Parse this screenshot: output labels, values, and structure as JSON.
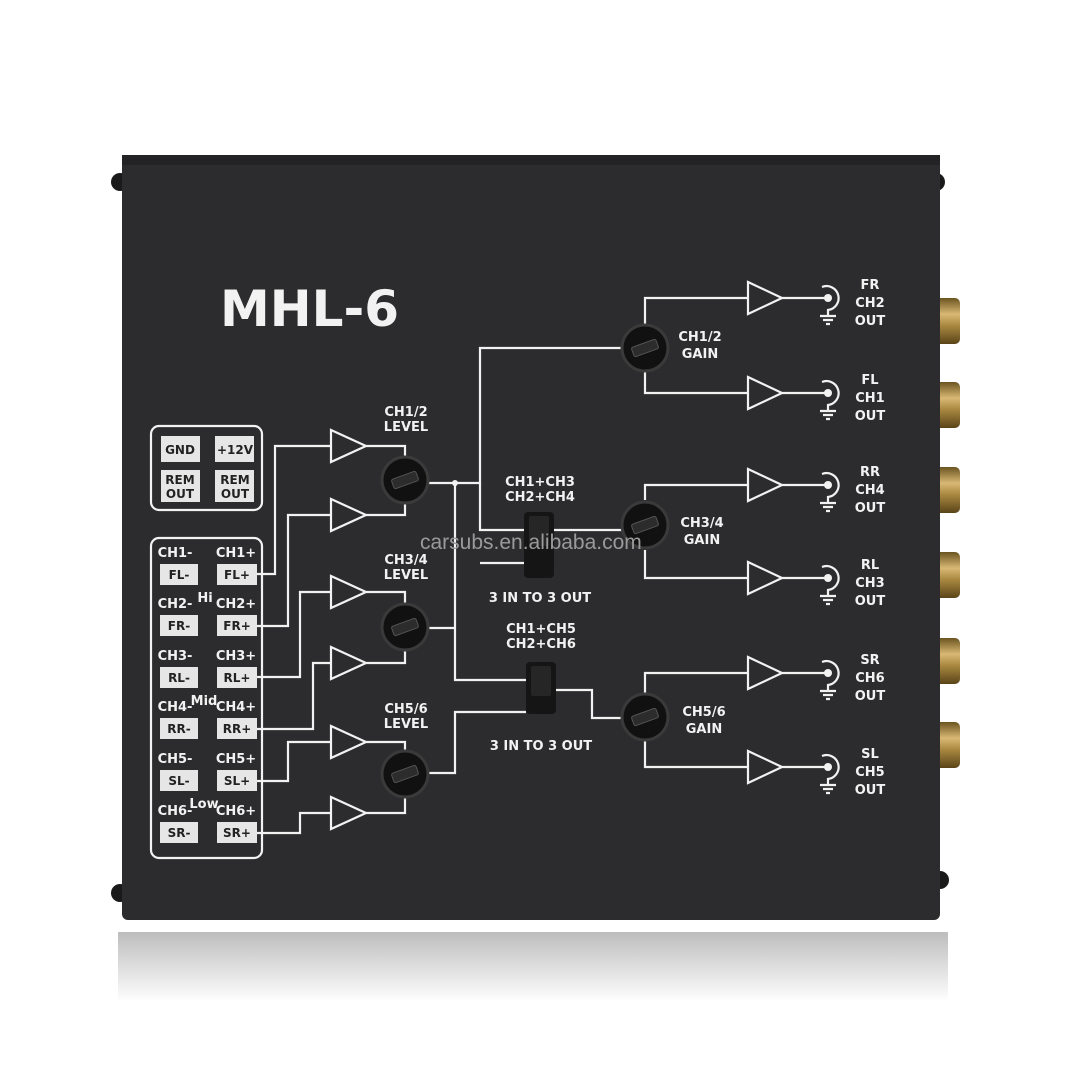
{
  "device": {
    "model": "MHL-6",
    "power_terminals": [
      "GND",
      "+12V",
      "REM",
      "OUT",
      "REM",
      "OUT"
    ],
    "inputs": [
      {
        "neg_label": "CH1-",
        "pos_label": "CH1+",
        "neg": "FL-",
        "pos": "FL+"
      },
      {
        "neg_label": "CH2-",
        "pos_label": "CH2+",
        "neg": "FR-",
        "pos": "FR+"
      },
      {
        "neg_label": "CH3-",
        "pos_label": "CH3+",
        "neg": "RL-",
        "pos": "RL+"
      },
      {
        "neg_label": "CH4-",
        "pos_label": "CH4+",
        "neg": "RR-",
        "pos": "RR+"
      },
      {
        "neg_label": "CH5-",
        "pos_label": "CH5+",
        "neg": "SL-",
        "pos": "SL+"
      },
      {
        "neg_label": "CH6-",
        "pos_label": "CH6+",
        "neg": "SR-",
        "pos": "SR+"
      }
    ],
    "bands": [
      "Hi",
      "Mid",
      "Low"
    ],
    "level_knobs": [
      {
        "l1": "CH1/2",
        "l2": "LEVEL"
      },
      {
        "l1": "CH3/4",
        "l2": "LEVEL"
      },
      {
        "l1": "CH5/6",
        "l2": "LEVEL"
      }
    ],
    "switches": [
      {
        "l1": "CH1+CH3",
        "l2": "CH2+CH4",
        "mode": "3 IN TO 3 OUT"
      },
      {
        "l1": "CH1+CH5",
        "l2": "CH2+CH6",
        "mode": "3 IN TO 3 OUT"
      }
    ],
    "gain_knobs": [
      {
        "l1": "CH1/2",
        "l2": "GAIN"
      },
      {
        "l1": "CH3/4",
        "l2": "GAIN"
      },
      {
        "l1": "CH5/6",
        "l2": "GAIN"
      }
    ],
    "outputs": [
      {
        "pos": "FR",
        "ch": "CH2",
        "out": "OUT"
      },
      {
        "pos": "FL",
        "ch": "CH1",
        "out": "OUT"
      },
      {
        "pos": "RR",
        "ch": "CH4",
        "out": "OUT"
      },
      {
        "pos": "RL",
        "ch": "CH3",
        "out": "OUT"
      },
      {
        "pos": "SR",
        "ch": "CH6",
        "out": "OUT"
      },
      {
        "pos": "SL",
        "ch": "CH5",
        "out": "OUT"
      }
    ]
  },
  "watermark": "carsubs.en.alibaba.com"
}
